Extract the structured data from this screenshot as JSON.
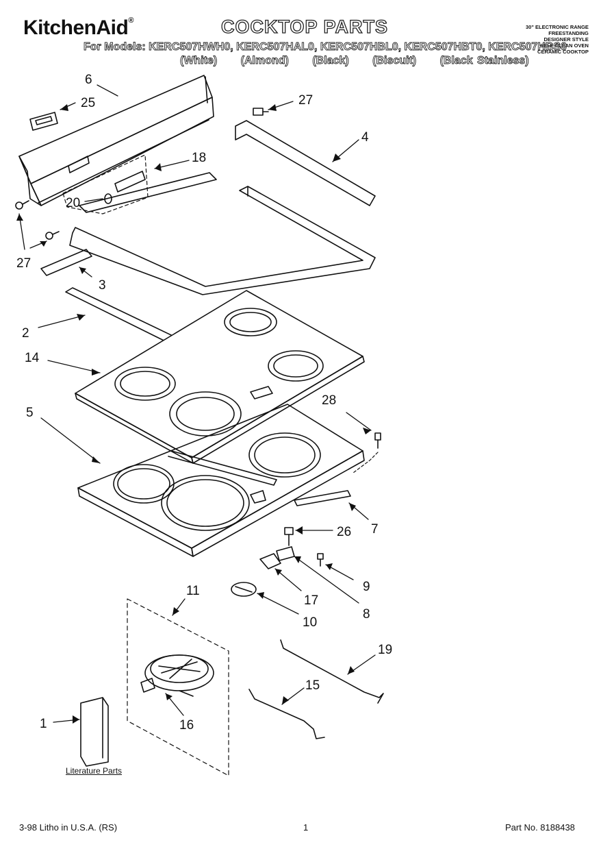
{
  "header": {
    "brand": "KitchenAid",
    "brand_mark": "®",
    "title": "COCKTOP PARTS",
    "models_line": "For Models: KERC507HWH0, KERC507HAL0, KERC507HBL0, KERC507HBT0, KERC507HBS0",
    "colors": [
      "(White)",
      "(Almond)",
      "(Black)",
      "(Biscuit)",
      "(Black Stainless)"
    ],
    "spec_lines": [
      "30\" ELECTRONIC RANGE",
      "FREESTANDING",
      "DESIGNER STYLE",
      "SELF-CLEAN OVEN",
      "CERAMIC COOKTOP"
    ]
  },
  "callouts": {
    "c6": "6",
    "c25": "25",
    "c27a": "27",
    "c4": "4",
    "c18": "18",
    "c20": "20",
    "c27b": "27",
    "c3": "3",
    "c2": "2",
    "c14": "14",
    "c5": "5",
    "c28": "28",
    "c7": "7",
    "c26": "26",
    "c9": "9",
    "c17": "17",
    "c8": "8",
    "c11": "11",
    "c10": "10",
    "c19": "19",
    "c15": "15",
    "c1": "1",
    "c16": "16"
  },
  "literature_label": "Literature Parts",
  "footer": {
    "left": "3-98 Litho in U.S.A. (RS)",
    "page": "1",
    "part": "Part No. 8188438"
  }
}
